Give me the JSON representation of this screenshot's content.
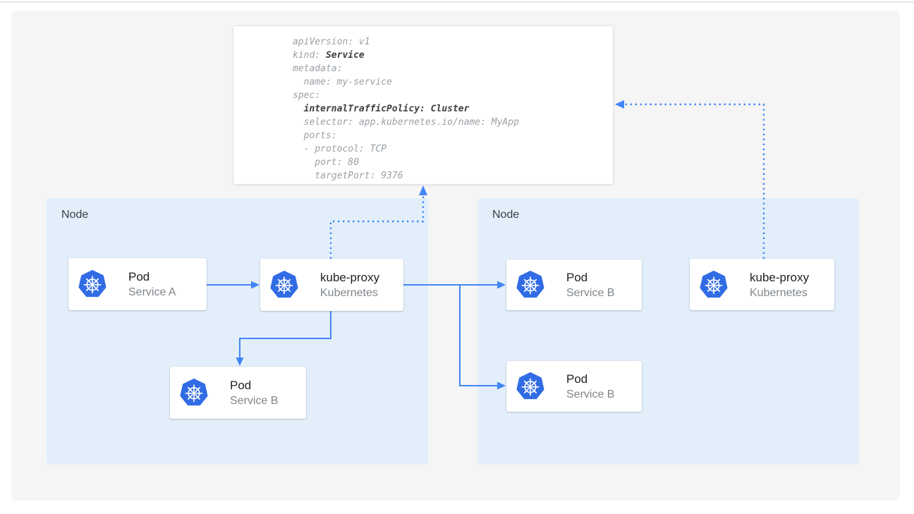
{
  "colors": {
    "accent_blue": "#4285f4",
    "kubernetes_blue": "#326ce5",
    "node_bg": "#e2effb",
    "canvas_bg": "#f5f5f6",
    "code_text": "#9aa0a6",
    "code_bold_text": "#3c4043"
  },
  "yaml": {
    "lines": [
      {
        "segments": [
          {
            "t": "apiVersion: v1"
          }
        ]
      },
      {
        "segments": [
          {
            "t": "kind: "
          },
          {
            "t": "Service",
            "b": true
          }
        ]
      },
      {
        "segments": [
          {
            "t": "metadata:"
          }
        ]
      },
      {
        "segments": [
          {
            "t": "  name: my-service"
          }
        ]
      },
      {
        "segments": [
          {
            "t": "spec:"
          }
        ]
      },
      {
        "segments": [
          {
            "t": "  "
          },
          {
            "t": "internalTrafficPolicy: Cluster",
            "b": true
          }
        ]
      },
      {
        "segments": [
          {
            "t": "  selector: app.kubernetes.io/name: MyApp"
          }
        ]
      },
      {
        "segments": [
          {
            "t": "  ports:"
          }
        ]
      },
      {
        "segments": [
          {
            "t": "  - protocol: TCP"
          }
        ]
      },
      {
        "segments": [
          {
            "t": "    port: 80"
          }
        ]
      },
      {
        "segments": [
          {
            "t": "    targetPort: 9376"
          }
        ]
      }
    ]
  },
  "nodes": {
    "left": {
      "label": "Node"
    },
    "right": {
      "label": "Node"
    }
  },
  "cards": {
    "pod_a": {
      "title": "Pod",
      "subtitle": "Service A"
    },
    "kube_proxy_left": {
      "title": "kube-proxy",
      "subtitle": "Kubernetes"
    },
    "pod_b1": {
      "title": "Pod",
      "subtitle": "Service B"
    },
    "pod_b2": {
      "title": "Pod",
      "subtitle": "Service B"
    },
    "pod_b3": {
      "title": "Pod",
      "subtitle": "Service B"
    },
    "kube_proxy_right": {
      "title": "kube-proxy",
      "subtitle": "Kubernetes"
    }
  }
}
